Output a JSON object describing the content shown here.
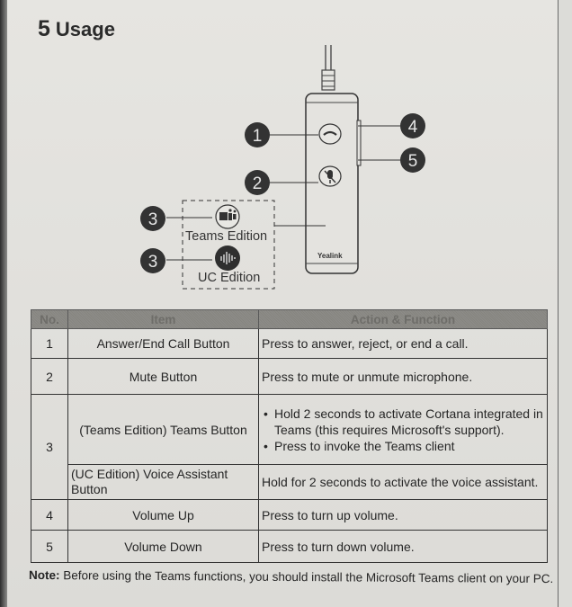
{
  "section": {
    "number": "5",
    "title": "Usage"
  },
  "diagram": {
    "brand": "Yealink",
    "callouts": [
      "1",
      "2",
      "3",
      "3",
      "4",
      "5"
    ],
    "teams_edition_label": "Teams Edition",
    "uc_edition_label": "UC Edition"
  },
  "table": {
    "headers": {
      "no": "No.",
      "item": "Item",
      "action": "Action & Function"
    },
    "rows": [
      {
        "no": "1",
        "item": "Answer/End Call Button",
        "action": "Press to answer, reject, or end a call."
      },
      {
        "no": "2",
        "item": "Mute Button",
        "action": "Press to mute or unmute microphone."
      },
      {
        "no": "3",
        "item": "(Teams Edition) Teams Button",
        "bullets": [
          "Hold 2 seconds to activate Cortana integrated in Teams (this requires Microsoft's support).",
          "Press to invoke the Teams client"
        ]
      },
      {
        "item": "(UC Edition) Voice Assistant Button",
        "action": "Hold for 2 seconds to activate the voice assistant."
      },
      {
        "no": "4",
        "item": "Volume Up",
        "action": "Press to turn up volume."
      },
      {
        "no": "5",
        "item": "Volume Down",
        "action": "Press to turn down volume."
      }
    ]
  },
  "note": {
    "label": "Note:",
    "text": " Before using the Teams functions, you should install the Microsoft Teams client on your PC."
  }
}
